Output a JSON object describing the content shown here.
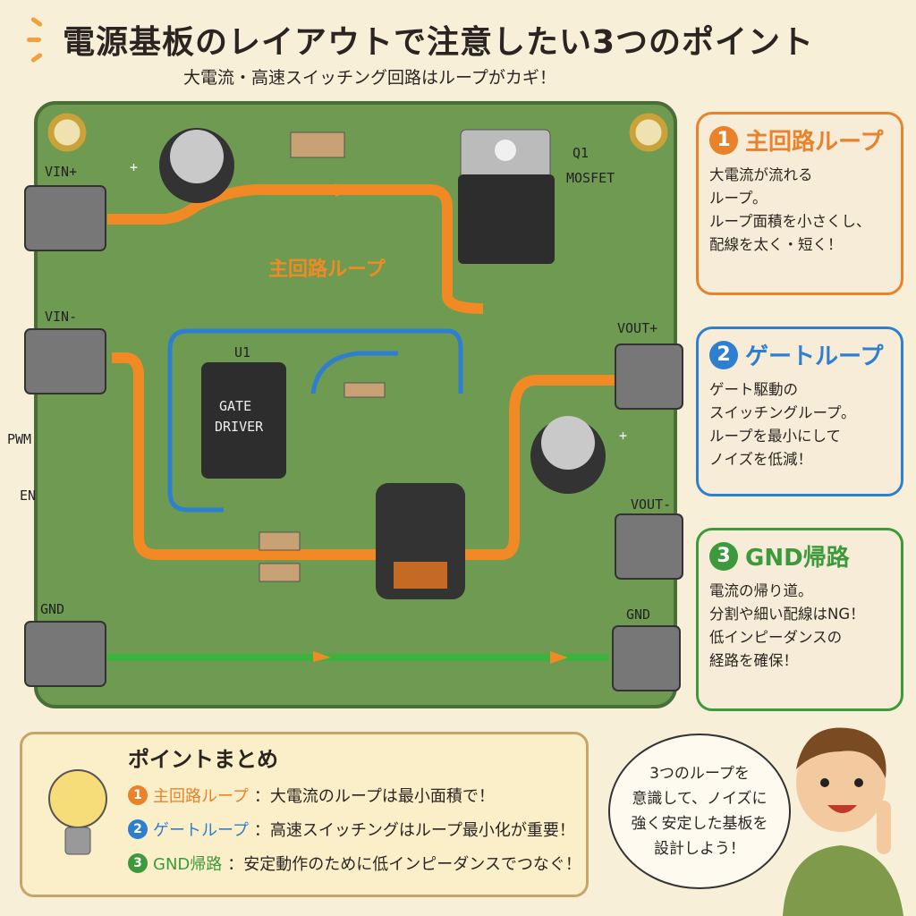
{
  "header": {
    "title": "電源基板のレイアウトで注意したい3つのポイント",
    "subtitle": "大電流・高速スイッチング回路はループがカギ！"
  },
  "board": {
    "labels": {
      "vin_plus": "VIN+",
      "vin_minus": "VIN-",
      "pwm": "PWM",
      "en": "EN",
      "gnd_left": "GND",
      "vout_plus": "VOUT+",
      "vout_minus": "VOUT-",
      "gnd_right": "GND",
      "q1": "Q1",
      "mosfet": "MOSFET",
      "u1": "U1",
      "gate": "GATE",
      "driver": "DRIVER",
      "main_loop": "主回路ループ",
      "plus1": "+",
      "plus2": "+"
    }
  },
  "cards": [
    {
      "num": "1",
      "title": "主回路ループ",
      "body": "大電流が流れる\nループ。\nループ面積を小さくし、\n配線を太く・短く！",
      "color": "#e9822a"
    },
    {
      "num": "2",
      "title": "ゲートループ",
      "body": "ゲート駆動の\nスイッチングループ。\nループを最小にして\nノイズを低減！",
      "color": "#2f7fd0"
    },
    {
      "num": "3",
      "title": "GND帰路",
      "body": "電流の帰り道。\n分割や細い配線はNG！\n低インピーダンスの\n経路を確保！",
      "color": "#3c9a3c"
    }
  ],
  "summary": {
    "title": "ポイントまとめ",
    "items": [
      {
        "num": "1",
        "label": "主回路ループ",
        "text": "：大電流のループは最小面積で！"
      },
      {
        "num": "2",
        "label": "ゲートループ",
        "text": "：高速スイッチングはループ最小化が重要！"
      },
      {
        "num": "3",
        "label": "GND帰路",
        "text": "：安定動作のために低インピーダンスでつなぐ！"
      }
    ]
  },
  "speech": "3つのループを\n意識して、ノイズに\n強く安定した基板を\n設計しよう！"
}
